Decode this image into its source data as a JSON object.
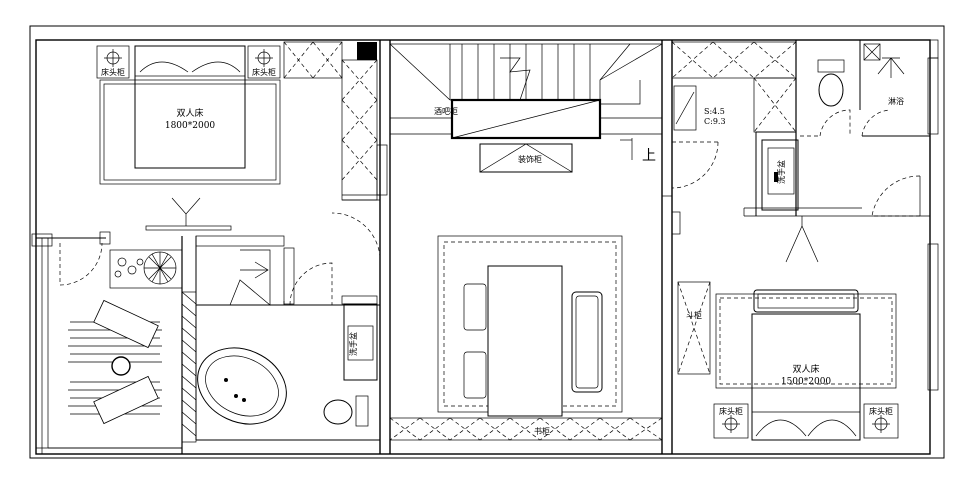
{
  "labels": {
    "master_bed": "双人床",
    "master_bed_size": "1800*2000",
    "nightstand_1": "床头柜",
    "nightstand_2": "床头柜",
    "wine_cabinet": "酒吧柜",
    "decor_cabinet": "装饰柜",
    "stair_up": "上",
    "stair_area_1": "S:4.5",
    "stair_area_2": "C:9.3",
    "shower": "淋浴",
    "basin_right": "洗手盆",
    "basin_left": "洗手盆",
    "cabinet": "斗柜",
    "second_bed": "双人床",
    "second_bed_size": "1500*2000",
    "nightstand_3": "床头柜",
    "nightstand_4": "床头柜",
    "bottom_cabinet": "书柜"
  }
}
